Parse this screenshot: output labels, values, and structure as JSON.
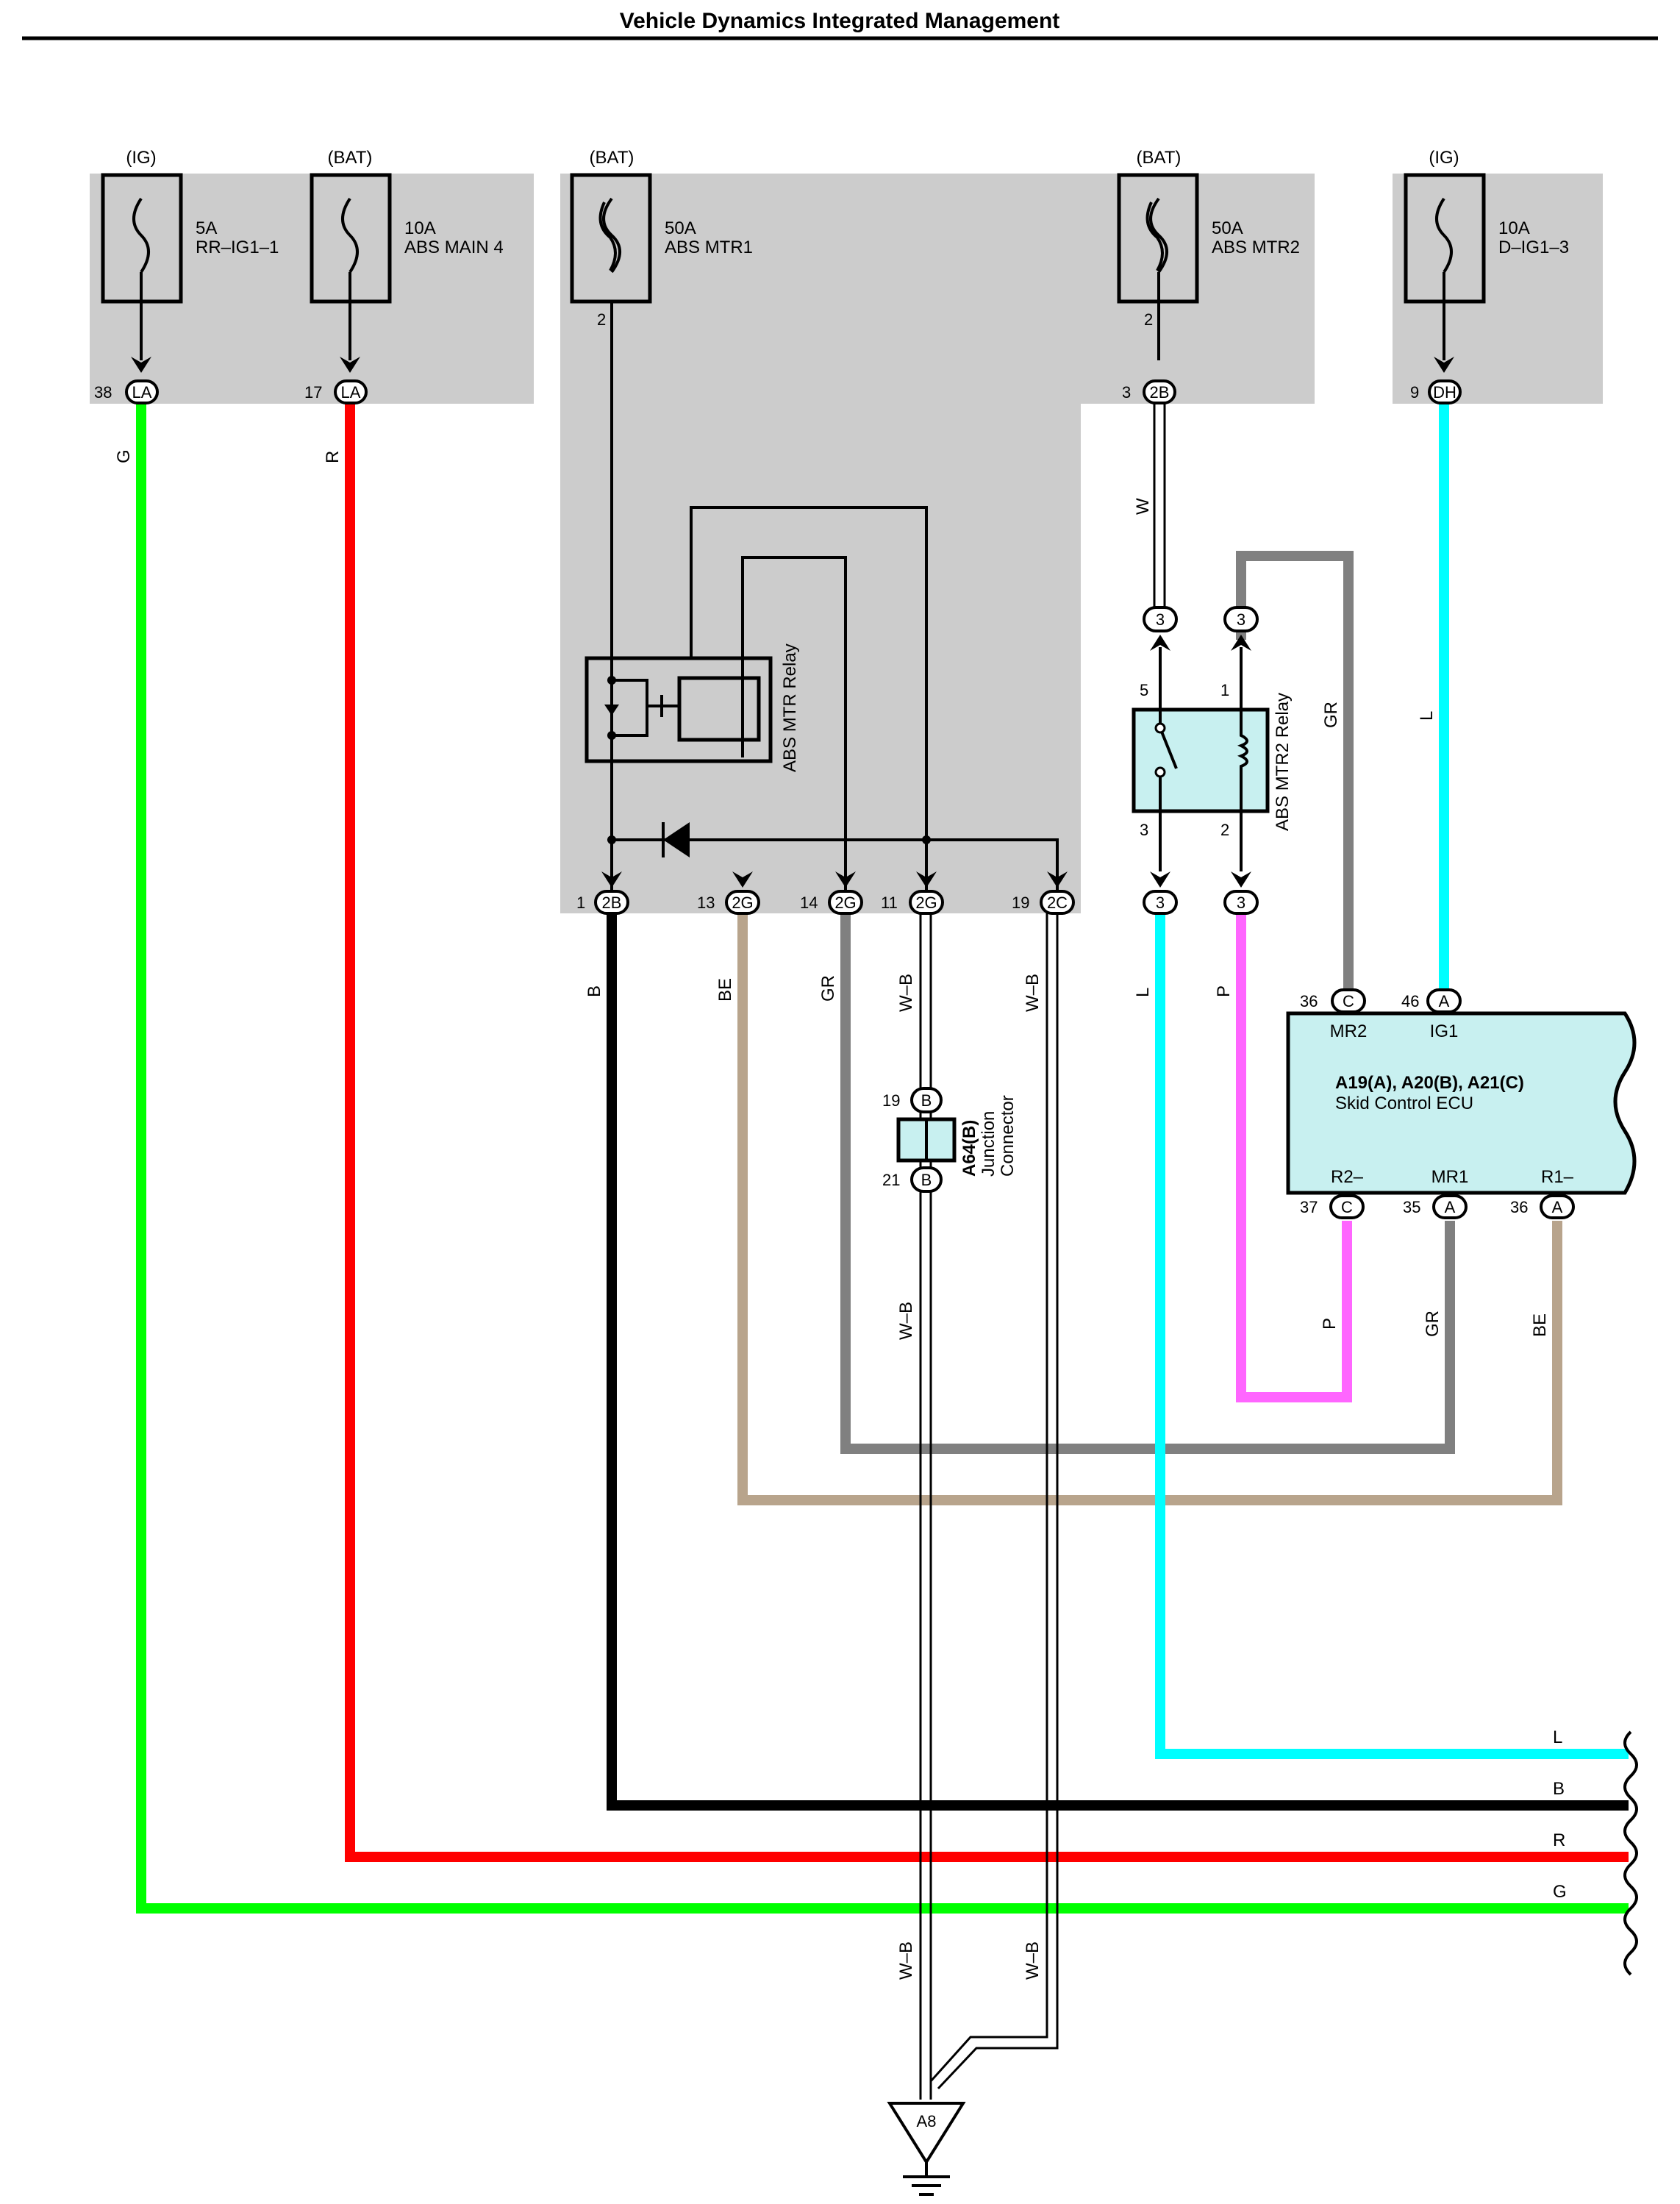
{
  "title": "Vehicle Dynamics Integrated Management",
  "colors": {
    "G": "#00ff00",
    "R": "#ff0000",
    "B": "#000000",
    "L": "#00ffff",
    "P": "#ff66ff",
    "GR": "#808080",
    "BE": "#b8a48c",
    "W": "#ffffff",
    "WB": "#ffffff",
    "box": "#cccccc"
  },
  "fuses": [
    {
      "supply": "(IG)",
      "amp": "5A",
      "name": "RR–IG1–1",
      "pin": "38",
      "conn": "LA",
      "wire": "G"
    },
    {
      "supply": "(BAT)",
      "amp": "10A",
      "name": "ABS MAIN 4",
      "pin": "17",
      "conn": "LA",
      "wire": "R"
    },
    {
      "supply": "(BAT)",
      "amp": "50A",
      "name": "ABS MTR1",
      "pin": "2"
    },
    {
      "supply": "(BAT)",
      "amp": "50A",
      "name": "ABS MTR2",
      "pin": "2",
      "pin2": "3",
      "conn": "2B",
      "wire": "W"
    },
    {
      "supply": "(IG)",
      "amp": "10A",
      "name": "D–IG1–3",
      "pin": "9",
      "conn": "DH",
      "wire": "L"
    }
  ],
  "relay1": {
    "name": "ABS MTR Relay"
  },
  "relay2": {
    "name": "ABS MTR2 Relay",
    "pins": [
      "5",
      "1",
      "3",
      "2"
    ],
    "conn": "3"
  },
  "bottom_conns": [
    {
      "pin": "1",
      "conn": "2B",
      "wire": "B"
    },
    {
      "pin": "13",
      "conn": "2G",
      "wire": "BE"
    },
    {
      "pin": "14",
      "conn": "2G",
      "wire": "GR"
    },
    {
      "pin": "11",
      "conn": "2G",
      "wire": "W–B"
    },
    {
      "pin": "19",
      "conn": "2C",
      "wire": "W–B"
    }
  ],
  "relay2_wires": {
    "left": "L",
    "right": "P",
    "top_right": "GR"
  },
  "junction": {
    "code": "A64(B)",
    "line1": "Junction",
    "line2": "Connector",
    "pin_top": "19",
    "pin_bottom": "21",
    "conn": "B",
    "wire": "W–B"
  },
  "ecu": {
    "codes": "A19(A), A20(B), A21(C)",
    "name": "Skid Control ECU",
    "top_pins": [
      {
        "pin": "36",
        "conn": "C",
        "label": "MR2"
      },
      {
        "pin": "46",
        "conn": "A",
        "label": "IG1"
      }
    ],
    "bottom_pins": [
      {
        "pin": "37",
        "conn": "C",
        "label": "R2–"
      },
      {
        "pin": "35",
        "conn": "A",
        "label": "MR1"
      },
      {
        "pin": "36",
        "conn": "A",
        "label": "R1–"
      }
    ],
    "bottom_wires": [
      "P",
      "GR",
      "BE"
    ]
  },
  "right_labels": [
    "L",
    "B",
    "R",
    "G"
  ],
  "ground": "A8"
}
